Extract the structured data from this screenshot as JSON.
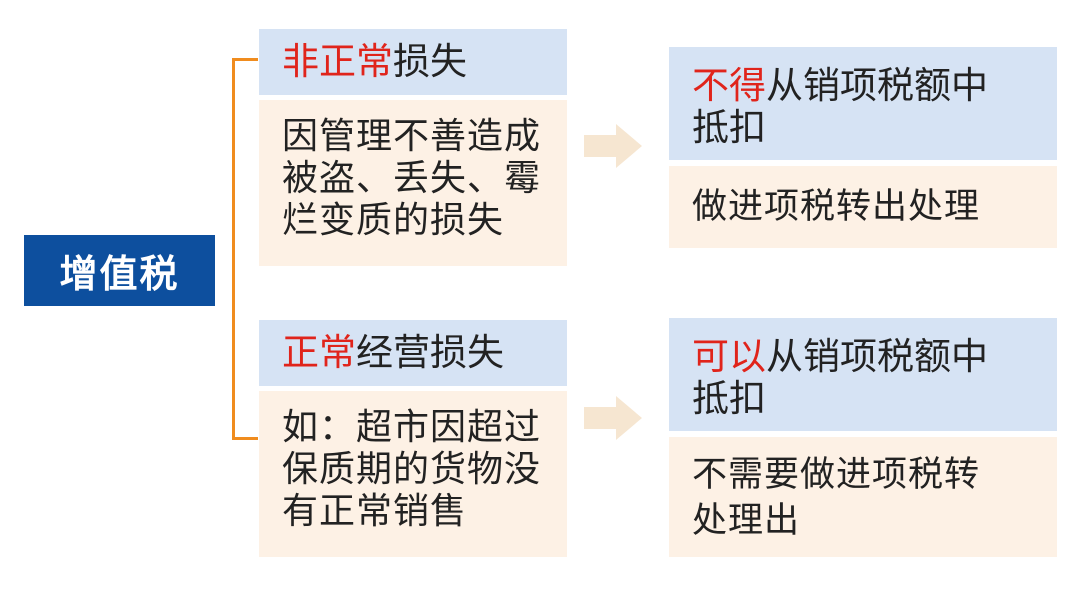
{
  "root": {
    "label": "增值税"
  },
  "branches": [
    {
      "header": {
        "highlight": "非正常",
        "rest": "损失"
      },
      "description_lines": [
        "因管理不善造成",
        "被盗、丢失、霉",
        "烂变质的损失"
      ],
      "result": {
        "header": {
          "highlight": "不得",
          "rest_line1": "从销项税额中",
          "line2": "抵扣"
        },
        "body_lines": [
          "做进项税转出处理"
        ]
      }
    },
    {
      "header": {
        "highlight": "正常",
        "rest": "经营损失"
      },
      "description_lines": [
        "如：超市因超过",
        "保质期的货物没",
        "有正常销售"
      ],
      "result": {
        "header": {
          "highlight": "可以",
          "rest_line1": "从销项税额中",
          "line2": "抵扣"
        },
        "body_lines": [
          "不需要做进项税转",
          "处理出"
        ]
      }
    }
  ],
  "colors": {
    "root_bg": "#0d4f9e",
    "bracket": "#f08c1e",
    "header_bg": "#d6e3f4",
    "body_bg": "#fdf1e5",
    "highlight": "#e0241b",
    "arrow": "#f6e6d1"
  },
  "icons": {
    "connector": "arrow-right-icon"
  }
}
